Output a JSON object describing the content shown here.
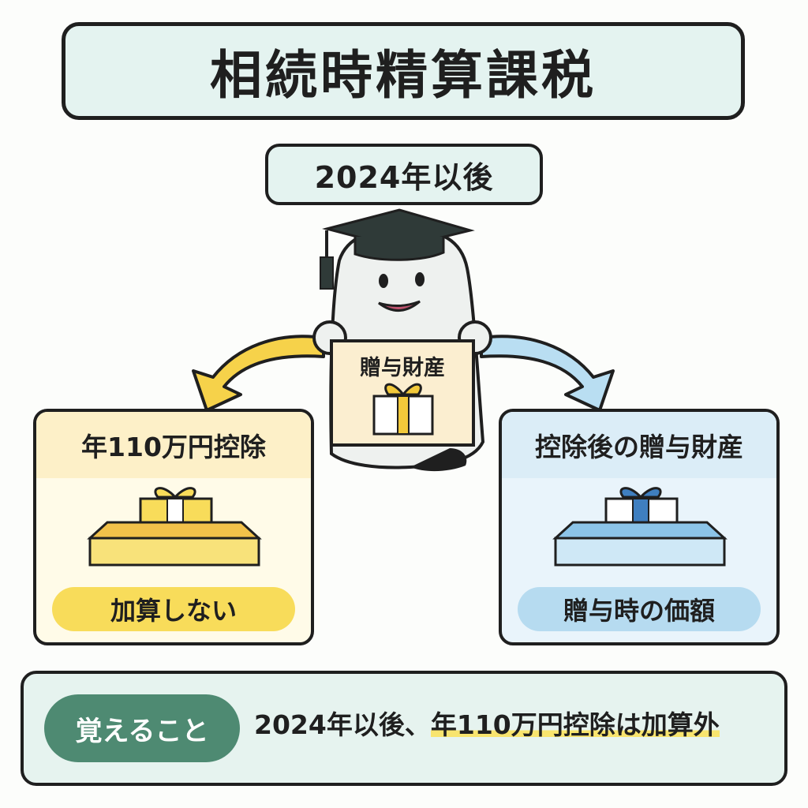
{
  "title": "相続時精算課税",
  "period": "2024年以後",
  "mascot": {
    "label": "贈与財産",
    "icon": "gift-icon"
  },
  "left_panel": {
    "heading": "年110万円控除",
    "result": "加算しない",
    "icon": "gift-in-tray-icon",
    "accent": "#f8dc5a"
  },
  "right_panel": {
    "heading": "控除後の贈与財産",
    "result": "贈与時の価額",
    "icon": "gift-in-tray-icon",
    "accent": "#b6dbf0"
  },
  "memo": {
    "tag": "覚えること",
    "text_plain": "2024年以後、",
    "text_highlight": "年110万円控除は加算外"
  },
  "colors": {
    "left_arrow": "#f6d24a",
    "right_arrow": "#b9def2",
    "memo_tag": "#4e8a72",
    "title_bg": "#e4f3f0"
  }
}
